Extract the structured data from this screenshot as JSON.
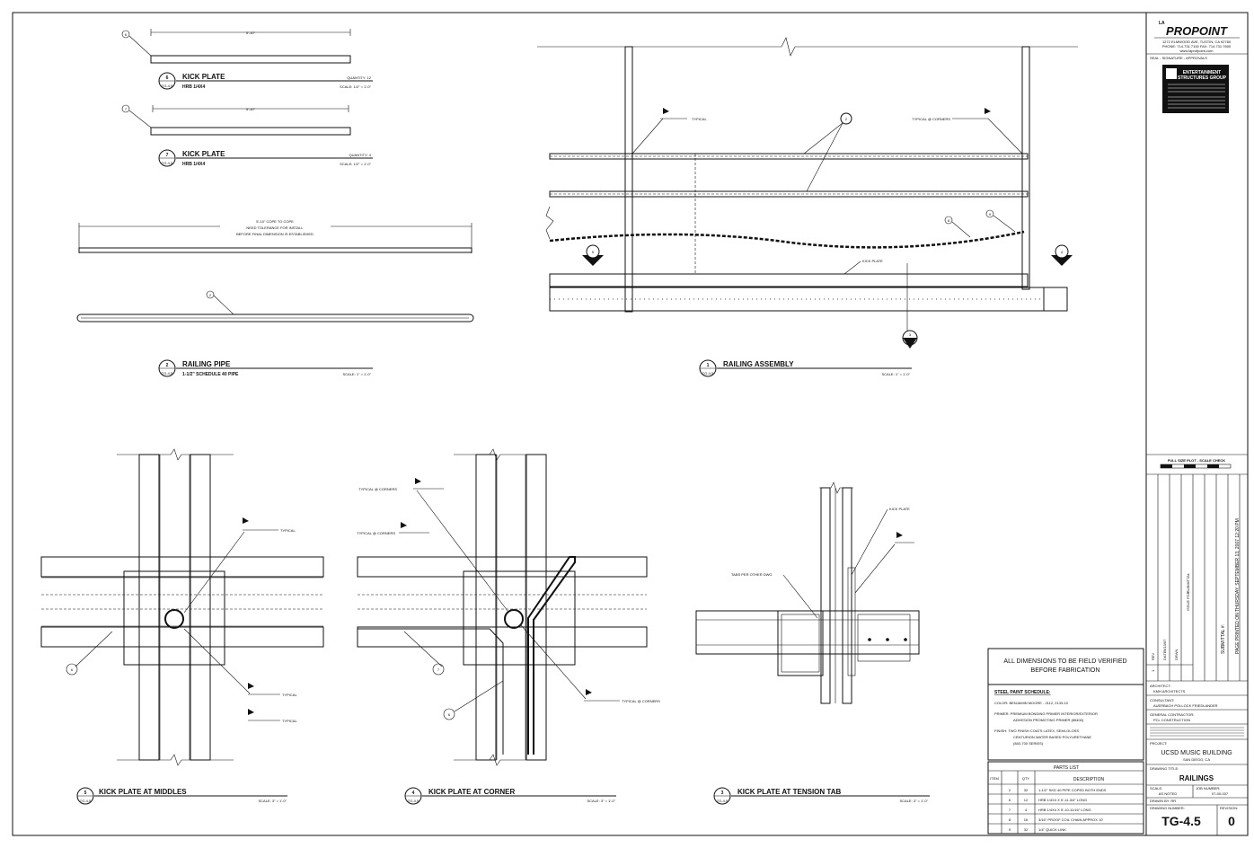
{
  "drawing": {
    "detail6": {
      "number": "6",
      "ref": "TG-4.5",
      "title": "KICK PLATE",
      "material": "HRB 1/4X4",
      "quantity": "QUANTITY: 12",
      "scale": "SCALE: 1/2\" = 1'-0\"",
      "dim": "5'-10\"",
      "callout": "6"
    },
    "detail7": {
      "number": "7",
      "ref": "TG-4.5",
      "title": "KICK PLATE",
      "material": "HRB 1/4X4",
      "quantity": "QUANTITY: 4",
      "scale": "SCALE: 1/2\" = 1'-0\"",
      "dim": "5'-10\"",
      "callout": "7"
    },
    "pipe_note": [
      "5'-10\" COPE TO COPE",
      "NEED TOLERANCE FOR INSTALL",
      "BEFORE FINAL DIMENSION IS ESTABLISHED"
    ],
    "detail2": {
      "number": "2",
      "ref": "TG-4.5",
      "title": "RAILING PIPE",
      "material": "1-1/2\" SCHEDULE 40 PIPE",
      "scale": "SCALE: 1\" = 1'-0\"",
      "callout": "2"
    },
    "detail1": {
      "number": "1",
      "ref": "TG-4.5",
      "title": "RAILING ASSEMBLY",
      "scale": "SCALE: 1\" = 1'-0\"",
      "kick_plate_label": "KICK PLATE",
      "typical_label": "TYPICAL",
      "typical_both": "TYPICAL @ CORNERS",
      "sec5": "5",
      "sec4": "4",
      "sec3": "3",
      "callout2": "2",
      "callout8": "8",
      "callout9": "9"
    },
    "detail5": {
      "number": "5",
      "ref": "TG-4.5",
      "title": "KICK PLATE AT MIDDLES",
      "scale": "SCALE: 3\" = 1'-0\"",
      "callout": "6",
      "typical": "TYPICAL"
    },
    "detail4": {
      "number": "4",
      "ref": "TG-4.5",
      "title": "KICK PLATE AT CORNER",
      "scale": "SCALE: 3\" = 1'-0\"",
      "callout7": "7",
      "callout6": "6",
      "typical": "TYPICAL @ CORNERS"
    },
    "detail3": {
      "number": "3",
      "ref": "TG-4.5",
      "title": "KICK PLATE AT TENSION TAB",
      "scale": "SCALE: 3\" = 1'-0\"",
      "kick_plate": "KICK PLATE",
      "tabs": "TABS PER OTHER DWG"
    }
  },
  "notes_box": {
    "field_verify": [
      "ALL DIMENSIONS TO BE FIELD VERIFIED",
      "BEFORE FABRICATION"
    ],
    "paint_heading": "STEEL PAINT SCHEDULE:",
    "color": "COLOR: BENJAMIN MOORE - 2112, 2133-10",
    "primer": [
      "PRIMER: PREMIUM BONDING PRIMER INTERIOR/EXTERIOR",
      "ADHESION PROMOTING PRIMER (85400)"
    ],
    "finish": [
      "FINISH: TWO FINISH COATS LATEX, SEMI-GLOSS",
      "CENTURION WATER BASED POLYURETHANE",
      "(840-700 SERIES)"
    ]
  },
  "parts_list": {
    "title": "PARTS LIST",
    "col_headers": [
      "ITEM",
      "QTY",
      "DESCRIPTION"
    ],
    "rows": [
      {
        "item": "2",
        "qty": "32",
        "desc": "1-1/2\" SKD 40 PIPE COPED BOTH ENDS"
      },
      {
        "item": "6",
        "qty": "12",
        "desc": "HRB 1/4X4 X 5'-11-3/4\" LONG"
      },
      {
        "item": "7",
        "qty": "4",
        "desc": "HRB 1/4X4 X 5'-10-11/16\" LONG"
      },
      {
        "item": "8",
        "qty": "16",
        "desc": "3/16\" PROOF COIL CHAIN APPROX 10'"
      },
      {
        "item": "9",
        "qty": "32",
        "desc": "1/4\" QUICK LINK"
      }
    ]
  },
  "title_block": {
    "logo_top": "LA",
    "logo": "PROPOINT",
    "logo_sub": [
      "1272 ELMWOOD AVE, TUSTIN, CA 92780",
      "PHONE: 714.731.7100  FAX: 714.731.7600",
      "www.laprofpoint.com"
    ],
    "seal_label": "SEAL - SIGNATURE - APPROVALS",
    "stamp": [
      "ENTERTAINMENT",
      "STRUCTURES GROUP"
    ],
    "plot_label": "FULL SIZE PLOT - SCALE CHECK",
    "submittal_text": "SUBMITTAL #:",
    "printed_text": "PAGE PRINTED ON THURSDAY, SEPTEMBER 13, 2007 12:20 PM",
    "rev_headers": [
      "REV",
      "DATE",
      "DRWN",
      "ISSUE FOR"
    ],
    "rev_row": {
      "rev": "1",
      "date": "9/13/07",
      "drwn": "",
      "issue": "SUBMITTAL"
    },
    "architect_label": "ARCHITECT:",
    "architect": "KMH ARCHITECTS",
    "consultant_label": "CONSULTANT:",
    "consultant": "AUERBACH POLLOCK FRIEDLANDER",
    "gc_label": "GENERAL CONTRACTOR:",
    "gc": "PCL CONSTRUCTION",
    "project_label": "PROJECT:",
    "project": "UCSD MUSIC BUILDING",
    "project_loc": "SAN DIEGO, CA",
    "drawing_title_label": "DRAWING TITLE:",
    "drawing_title": "RAILINGS",
    "scale_label": "SCALE:",
    "scale_val": "AS NOTED",
    "job_label": "JOB NUMBER:",
    "job_val": "07-00-037",
    "drawn_by": "DRAWN BY:  RR",
    "drawing_no_label": "DRAWING NUMBER:",
    "revision_label": "REVISION:",
    "drawing_no": "TG-4.5",
    "revision": "0"
  }
}
